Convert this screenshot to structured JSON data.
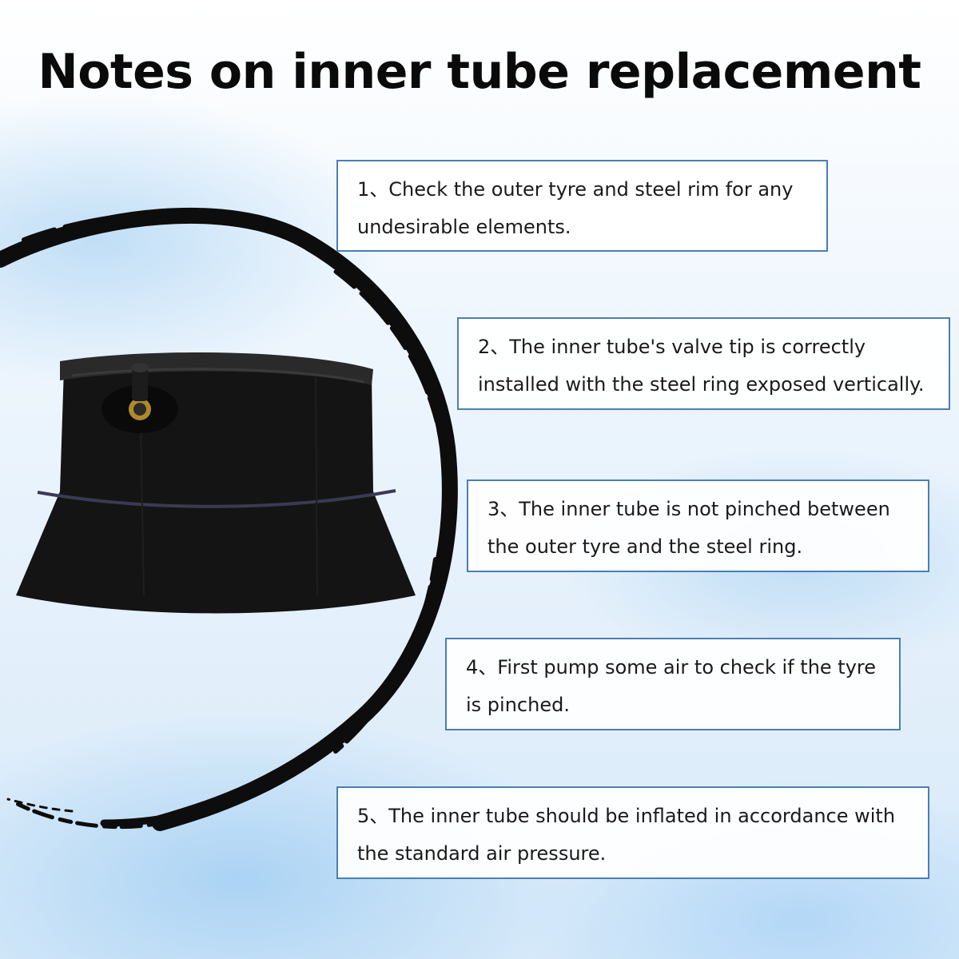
{
  "title": "Notes on inner tube replacement",
  "notes": [
    {
      "text": "1、Check the outer tyre and steel rim for any undesirable elements."
    },
    {
      "text": "2、The inner tube's valve tip is correctly installed with the steel ring exposed vertically."
    },
    {
      "text": "3、The inner tube is not pinched between the outer tyre and the steel ring."
    },
    {
      "text": "4、First pump some air to check if the tyre is pinched."
    },
    {
      "text": "5、The inner tube should be inflated in accordance with the standard air pressure."
    }
  ],
  "colors": {
    "box_border": "#4a7fb3",
    "ink": "#0d0d0d",
    "tube": "#141414"
  }
}
